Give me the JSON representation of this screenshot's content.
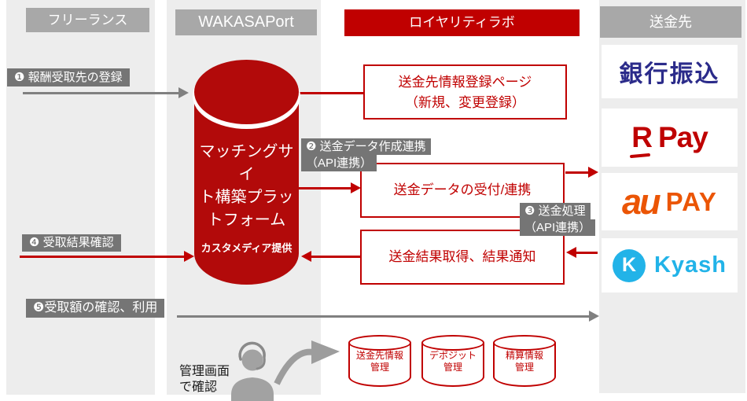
{
  "columns": {
    "freelance": "フリーランス",
    "wakasaport": "WAKASAPort",
    "royaltylab": "ロイヤリティラボ",
    "destination": "送金先"
  },
  "steps": {
    "s1": "❶ 報酬受取先の登録",
    "s2l1": "❷ 送金データ作成連携",
    "s2l2": "（API連携）",
    "s3l1": "❸ 送金処理",
    "s3l2": "（API連携）",
    "s4": "❹ 受取結果確認",
    "s5": "❺受取額の確認、利用"
  },
  "platform": {
    "l1": "マッチングサイ",
    "l2": "ト構築プラッ",
    "l3": "トフォーム",
    "provider": "カスタメディア提供"
  },
  "boxes": {
    "register_l1": "送金先情報登録ページ",
    "register_l2": "（新規、変更登録）",
    "receive": "送金データの受付/連携",
    "result": "送金結果取得、結果通知"
  },
  "payees": {
    "bank": "銀行振込",
    "rakuten_r": "R",
    "rakuten_pay": "Pay",
    "au_script": "au",
    "au_pay": "PAY",
    "kyash_k": "K",
    "kyash": "Kyash"
  },
  "databases": [
    {
      "l1": "送金先情報",
      "l2": "管理"
    },
    {
      "l1": "デポジット",
      "l2": "管理"
    },
    {
      "l1": "精算情報",
      "l2": "管理"
    }
  ],
  "admin": {
    "l1": "管理画面",
    "l2": "で確認"
  },
  "colors": {
    "accent_red": "#c00000",
    "cylinder_red": "#b20a0a",
    "header_gray": "#a8a8a8",
    "label_gray": "#757575",
    "band_gray": "#ededed",
    "arrow_gray": "#808080",
    "bank_navy": "#2b2b8a",
    "rakuten_red": "#bf0000",
    "au_orange": "#eb5505",
    "kyash_cyan": "#22b3e8"
  }
}
